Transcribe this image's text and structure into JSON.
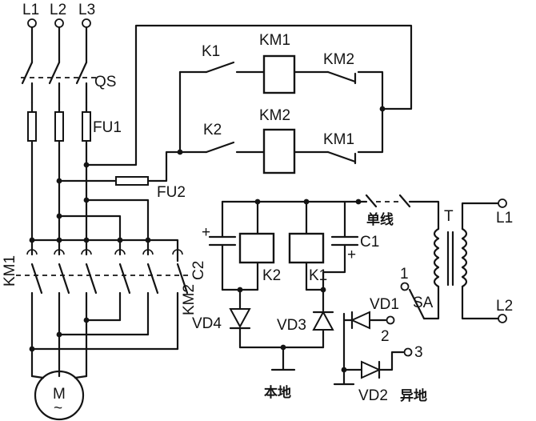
{
  "labels": {
    "l1_top": "L1",
    "l2_top": "L2",
    "l3_top": "L3",
    "qs": "QS",
    "fu1": "FU1",
    "fu2": "FU2",
    "k1": "K1",
    "k2": "K2",
    "km1_coil": "KM1",
    "km2_coil": "KM2",
    "km2_interlock": "KM2",
    "km1_interlock": "KM1",
    "km1_main": "KM1",
    "km2_main": "KM2",
    "c1": "C1",
    "c2": "C2",
    "k1_relay": "K1",
    "k2_relay": "K2",
    "vd1": "VD1",
    "vd2": "VD2",
    "vd3": "VD3",
    "vd4": "VD4",
    "transformer": "T",
    "l1_right": "L1",
    "l2_right": "L2",
    "sa": "SA",
    "sa_pos1": "1",
    "sa_pos2": "2",
    "sa_pos3": "3",
    "single_line": "单线",
    "local": "本地",
    "remote": "异地",
    "motor": "M",
    "motor_tilde": "~",
    "cap_plus_c2": "+",
    "cap_plus_c1": "+"
  }
}
